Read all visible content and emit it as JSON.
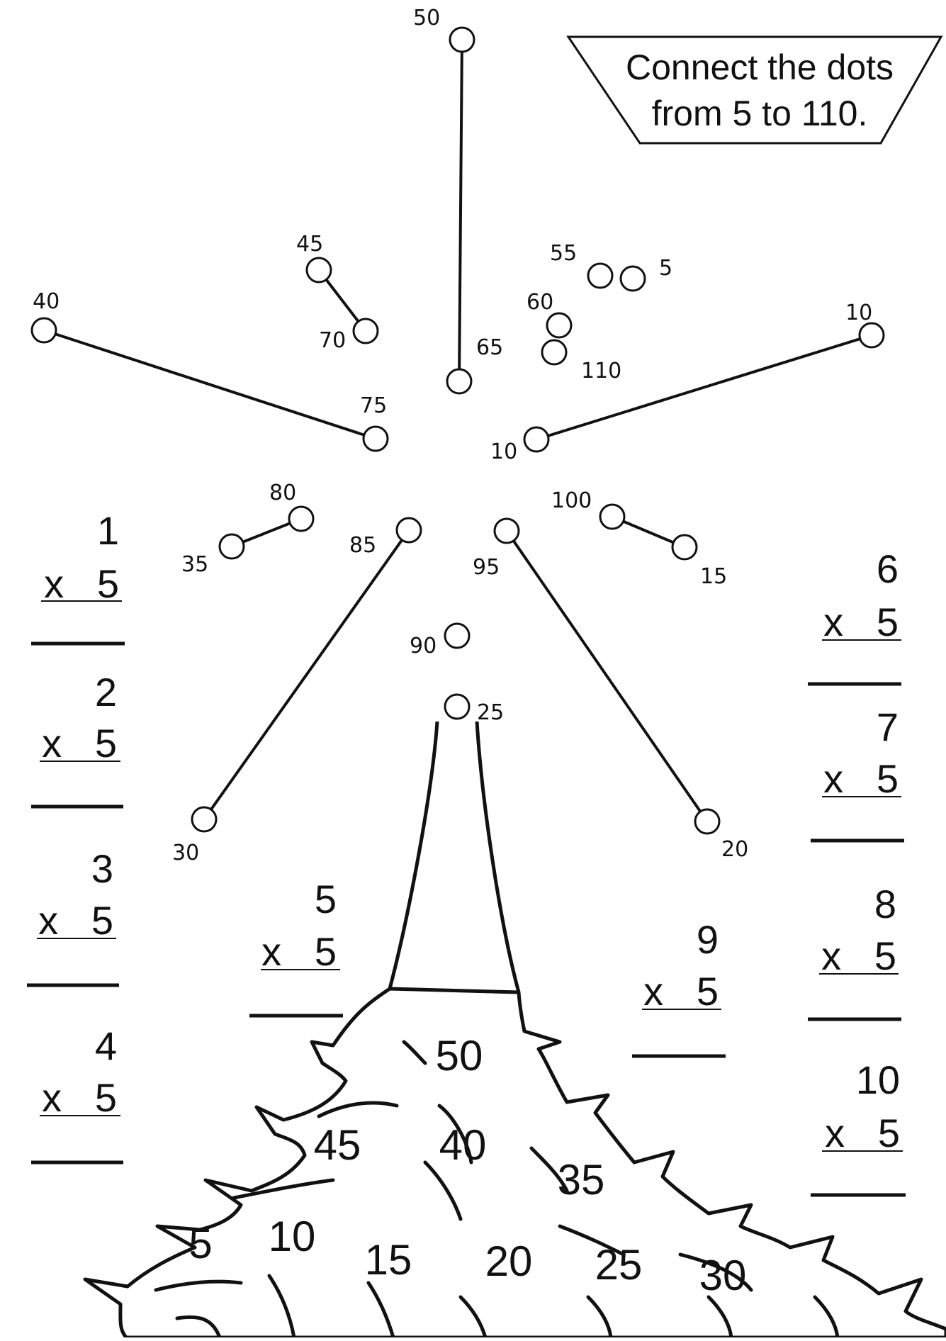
{
  "instructions": {
    "line1": "Connect the dots",
    "line2": "from 5 to 110."
  },
  "dots": [
    {
      "label": "50"
    },
    {
      "label": "45"
    },
    {
      "label": "70"
    },
    {
      "label": "40"
    },
    {
      "label": "75"
    },
    {
      "label": "65"
    },
    {
      "label": "55"
    },
    {
      "label": "5"
    },
    {
      "label": "60"
    },
    {
      "label": "110"
    },
    {
      "label": "10"
    },
    {
      "label": "10"
    },
    {
      "label": "80"
    },
    {
      "label": "35"
    },
    {
      "label": "85"
    },
    {
      "label": "95"
    },
    {
      "label": "100"
    },
    {
      "label": "15"
    },
    {
      "label": "90"
    },
    {
      "label": "25"
    },
    {
      "label": "30"
    },
    {
      "label": "20"
    }
  ],
  "problems": [
    {
      "top": "1",
      "bottom": "x   5"
    },
    {
      "top": "2",
      "bottom": "x   5"
    },
    {
      "top": "3",
      "bottom": "x   5"
    },
    {
      "top": "4",
      "bottom": "x   5"
    },
    {
      "top": "5",
      "bottom": "x   5"
    },
    {
      "top": "6",
      "bottom": "x   5"
    },
    {
      "top": "7",
      "bottom": "x   5"
    },
    {
      "top": "8",
      "bottom": "x   5"
    },
    {
      "top": "9",
      "bottom": "x   5"
    },
    {
      "top": "10",
      "bottom": "x   5"
    }
  ],
  "tree_numbers": [
    "50",
    "45",
    "40",
    "35",
    "5",
    "10",
    "15",
    "20",
    "25",
    "30"
  ]
}
